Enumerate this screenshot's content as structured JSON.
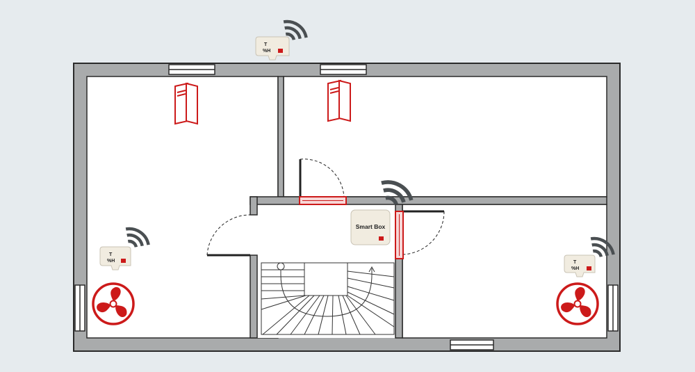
{
  "diagram": {
    "title": "",
    "colors": {
      "background": "#e6ebee",
      "wall": "#a9abac",
      "wall_edge": "#2a2a2a",
      "floor": "#ffffff",
      "accent_red": "#cc1a1a",
      "signal": "#4a4f52",
      "device_body": "#f1ece0"
    }
  },
  "devices": {
    "smart_box": {
      "label": "Smart Box",
      "icon": "smart-box-icon"
    },
    "sensor_top": {
      "line1": "T",
      "line2": "%H",
      "icon": "temperature-humidity-sensor-icon"
    },
    "sensor_left": {
      "line1": "T",
      "line2": "%H",
      "icon": "temperature-humidity-sensor-icon"
    },
    "sensor_right": {
      "line1": "T",
      "line2": "%H",
      "icon": "temperature-humidity-sensor-icon"
    }
  },
  "rooms": {
    "left": {
      "fan_icon": "extractor-fan-icon",
      "sensor": "sensor_left"
    },
    "top_middle": {
      "inlet_icon": "window-air-inlet-icon"
    },
    "top_left": {
      "inlet_icon": "window-air-inlet-icon"
    },
    "right": {
      "fan_icon": "extractor-fan-icon",
      "sensor": "sensor_right"
    },
    "stairwell": {
      "icon": "staircase-icon"
    }
  }
}
